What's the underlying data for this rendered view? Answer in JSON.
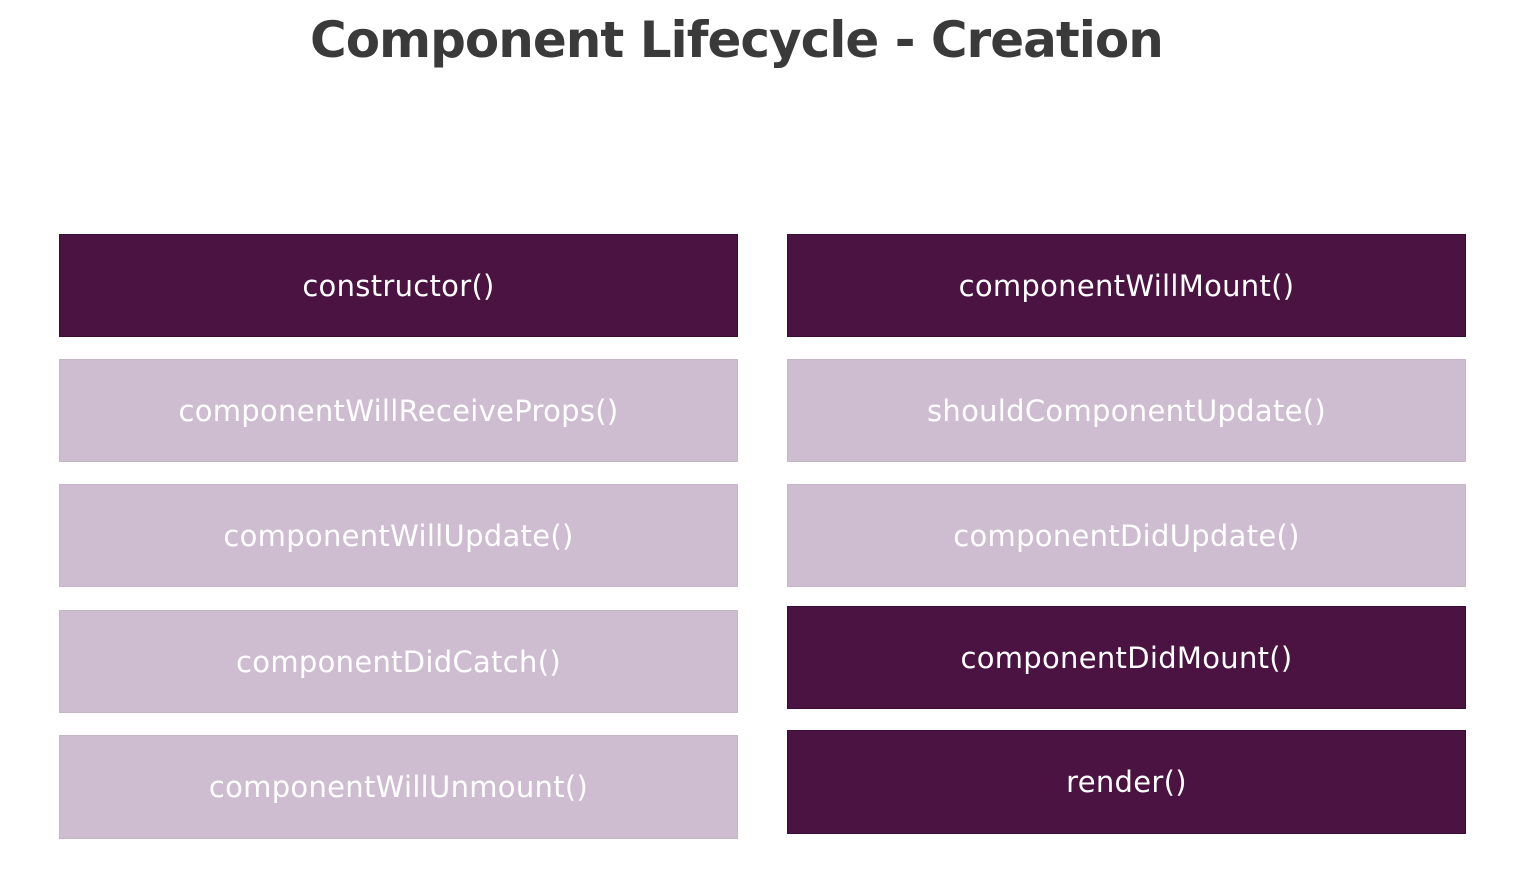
{
  "title": "Component Lifecycle - Creation",
  "colors": {
    "title": "#3a3a3a",
    "active": "#4a1342",
    "inactive": "#cebdd0"
  },
  "left_column": [
    {
      "label": "constructor()",
      "state": "active"
    },
    {
      "label": "componentWillReceiveProps()",
      "state": "inactive"
    },
    {
      "label": "componentWillUpdate()",
      "state": "inactive"
    },
    {
      "label": "componentDidCatch()",
      "state": "inactive"
    },
    {
      "label": "componentWillUnmount()",
      "state": "inactive"
    }
  ],
  "right_column": [
    {
      "label": "componentWillMount()",
      "state": "active"
    },
    {
      "label": "shouldComponentUpdate()",
      "state": "inactive"
    },
    {
      "label": "componentDidUpdate()",
      "state": "inactive"
    },
    {
      "label": "componentDidMount()",
      "state": "active"
    },
    {
      "label": "render()",
      "state": "active"
    }
  ]
}
